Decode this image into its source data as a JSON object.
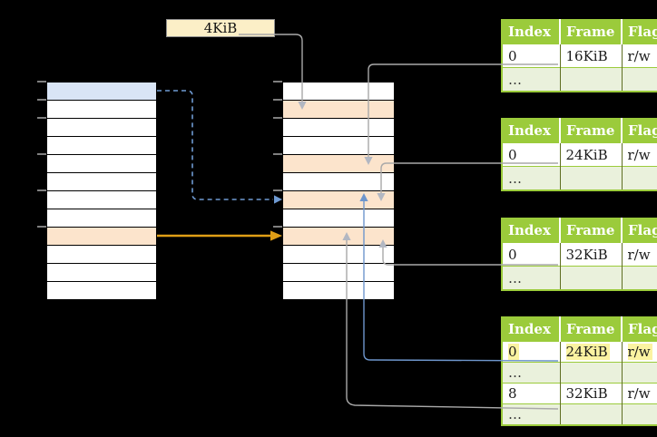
{
  "labels": {
    "page_size": "4KiB"
  },
  "memory_columns": {
    "left": {
      "row_count": 12,
      "blue_rows": [
        0
      ],
      "orange_rows": [
        8
      ]
    },
    "middle": {
      "row_count": 12,
      "blue_rows": [],
      "orange_rows": [
        1,
        4,
        6,
        8
      ]
    }
  },
  "page_tables": [
    {
      "headers": [
        "Index",
        "Frame",
        "Flags"
      ],
      "rows": [
        {
          "cells": [
            "0",
            "16KiB",
            "r/w"
          ]
        },
        {
          "cells": [
            "…",
            "",
            ""
          ],
          "tint": true
        }
      ]
    },
    {
      "headers": [
        "Index",
        "Frame",
        "Flags"
      ],
      "rows": [
        {
          "cells": [
            "0",
            "24KiB",
            "r/w"
          ]
        },
        {
          "cells": [
            "…",
            "",
            ""
          ],
          "tint": true
        }
      ]
    },
    {
      "headers": [
        "Index",
        "Frame",
        "Flags"
      ],
      "rows": [
        {
          "cells": [
            "0",
            "32KiB",
            "r/w"
          ]
        },
        {
          "cells": [
            "…",
            "",
            ""
          ],
          "tint": true
        }
      ]
    },
    {
      "headers": [
        "Index",
        "Frame",
        "Flags"
      ],
      "rows": [
        {
          "cells": [
            "0",
            "24KiB",
            "r/w"
          ],
          "highlight": true
        },
        {
          "cells": [
            "…",
            "",
            ""
          ],
          "tint": true
        },
        {
          "cells": [
            "8",
            "32KiB",
            "r/w"
          ]
        },
        {
          "cells": [
            "…",
            "",
            ""
          ],
          "tint": true
        }
      ]
    }
  ],
  "colors": {
    "header_green": "#9bcb3b",
    "row_tint_green": "#eaf1dc",
    "cell_divider_dark": "#5f6e23",
    "orange_row_fill": "#fce4cc",
    "blue_row_fill": "#d9e5f6",
    "cream_box_fill": "#fcefc7",
    "highlight_yellow": "#fbf3a1",
    "arrow_gray": "#a9a9a9",
    "arrowhead_gray": "#b2b7c2",
    "arrow_blue": "#6e96cc",
    "arrow_blue_dashed": "#6f9ad2",
    "arrow_orange": "#e09e16",
    "tick_gray": "#7f7f7f"
  }
}
